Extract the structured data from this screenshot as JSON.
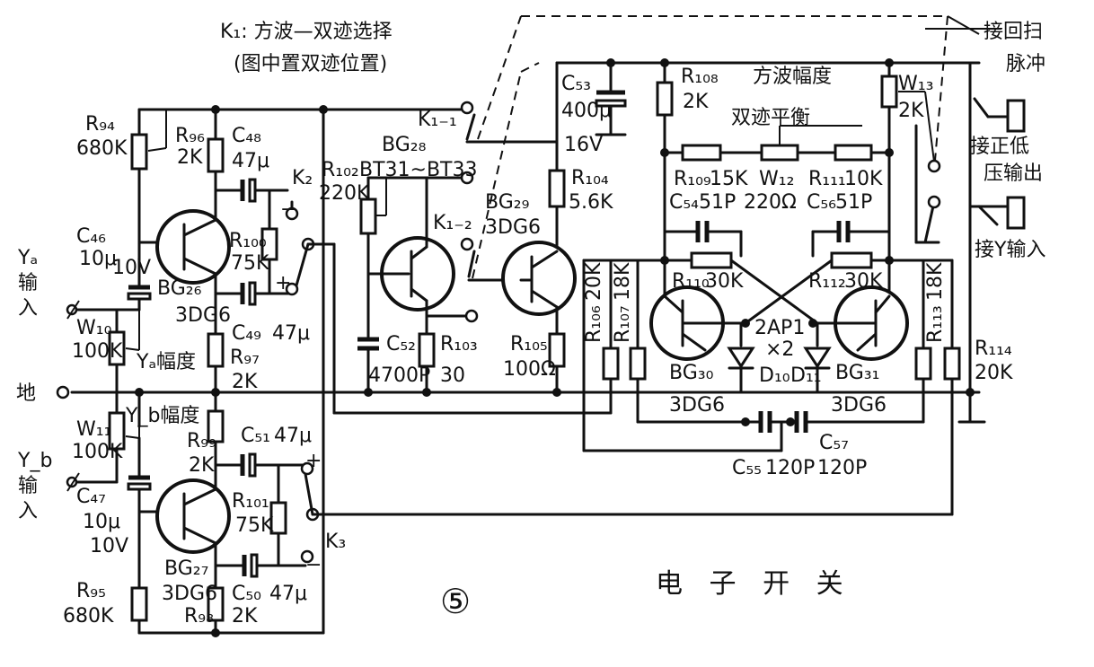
{
  "annotations": {
    "k1_title": "K₁: 方波—双迹选择",
    "k1_subtitle": "(图中置双迹位置)",
    "figure_number": "⑤",
    "caption": "电 子 开 关",
    "square_amp": "方波幅度",
    "dual_balance": "双迹平衡",
    "ya_amp": "Yₐ幅度",
    "yb_amp": "Y_b幅度"
  },
  "io": {
    "ya_in_1": "Yₐ",
    "ya_in_2": "输",
    "ya_in_3": "入",
    "yb_in_1": "Y_b",
    "yb_in_2": "输",
    "yb_in_3": "入",
    "ground": "地",
    "retrace_1": "接回扫",
    "retrace_2": "脉冲",
    "hv_1": "接正低",
    "hv_2": "压输出",
    "y_input": "接Y输入"
  },
  "components": {
    "R94": [
      "R₉₄",
      "680K"
    ],
    "R96": [
      "R₉₆",
      "2K"
    ],
    "C48": [
      "C₄₈",
      "47μ"
    ],
    "K2": "K₂",
    "C46": [
      "C₄₆",
      "10μ",
      "10V"
    ],
    "BG26": [
      "BG₂₆",
      "3DG6"
    ],
    "R100": [
      "R₁₀₀",
      "75K"
    ],
    "C49": [
      "C₄₉",
      "47μ"
    ],
    "W10": [
      "W₁₀",
      "100K"
    ],
    "R97": [
      "R₉₇",
      "2K"
    ],
    "W11": [
      "W₁₁",
      "100K"
    ],
    "R99": [
      "R₉₉",
      "2K"
    ],
    "C51": [
      "C₅₁",
      "47μ"
    ],
    "C47": [
      "C₄₇",
      "10μ",
      "10V"
    ],
    "R101": [
      "R₁₀₁",
      "75K"
    ],
    "K3": "K₃",
    "BG27": [
      "BG₂₇",
      "3DG6"
    ],
    "C50": [
      "C₅₀",
      "47μ"
    ],
    "R95": [
      "R₉₅",
      "680K"
    ],
    "R98": [
      "R₉₈",
      "2K"
    ],
    "BG28": [
      "BG₂₈",
      "BT31~BT33"
    ],
    "R102": [
      "R₁₀₂",
      "220K"
    ],
    "C52": [
      "C₅₂",
      "4700P"
    ],
    "R103": [
      "R₁₀₃",
      "30"
    ],
    "K1_1": "K₁₋₁",
    "K1_2": "K₁₋₂",
    "C53": [
      "C₅₃",
      "400μ",
      "16V"
    ],
    "R104": [
      "R₁₀₄",
      "5.6K"
    ],
    "BG29": [
      "BG₂₉",
      "3DG6"
    ],
    "R105": [
      "R₁₀₅",
      "100Ω"
    ],
    "R106": [
      "R₁₀₆",
      "20K"
    ],
    "R107": [
      "R₁₀₇",
      "18K"
    ],
    "R108": [
      "R₁₀₈",
      "2K"
    ],
    "R109": [
      "R₁₀₉",
      "15K"
    ],
    "W12": [
      "W₁₂",
      "220Ω"
    ],
    "R111": [
      "R₁₁₁",
      "10K"
    ],
    "C54": [
      "C₅₄",
      "51P"
    ],
    "C56": [
      "C₅₆",
      "51P"
    ],
    "R110": [
      "R₁₁₀",
      "30K"
    ],
    "R112": [
      "R₁₁₂",
      "30K"
    ],
    "D": [
      "2AP1",
      "×2"
    ],
    "D10": "D₁₀",
    "D11": "D₁₁",
    "BG30": [
      "BG₃₀",
      "3DG6"
    ],
    "BG31": [
      "BG₃₁",
      "3DG6"
    ],
    "C55": [
      "C₅₅",
      "120P"
    ],
    "C57": [
      "C₅₇",
      "120P"
    ],
    "R113": [
      "R₁₁₃",
      "18K"
    ],
    "R114": [
      "R₁₁₄",
      "20K"
    ],
    "W13": [
      "W₁₃",
      "2K"
    ]
  }
}
